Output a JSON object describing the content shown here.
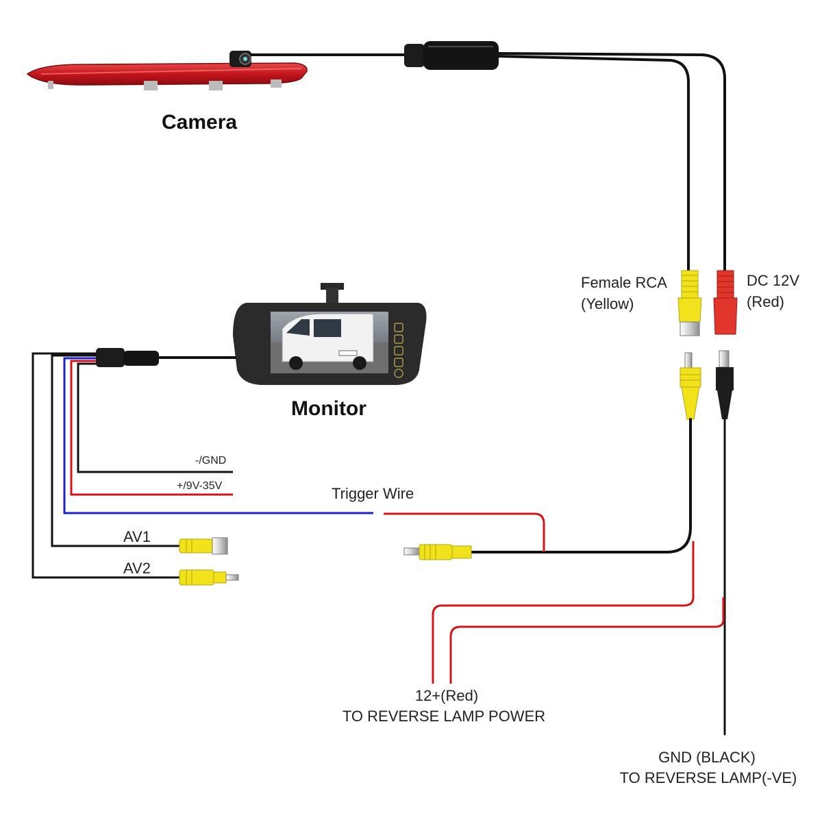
{
  "labels": {
    "camera": "Camera",
    "monitor": "Monitor",
    "female_rca_line1": "Female RCA",
    "female_rca_line2": "(Yellow)",
    "dc12v_line1": "DC 12V",
    "dc12v_line2": "(Red)",
    "gnd_wire": "-/GND",
    "power_wire": "+/9V-35V",
    "trigger_wire": "Trigger Wire",
    "av1": "AV1",
    "av2": "AV2",
    "reverse_power_line1": "12+(Red)",
    "reverse_power_line2": "TO REVERSE LAMP POWER",
    "reverse_gnd_line1": "GND (BLACK)",
    "reverse_gnd_line2": "TO REVERSE LAMP(-VE)"
  },
  "colors": {
    "wire_black": "#111111",
    "wire_red": "#d41414",
    "wire_blue": "#1a24c8",
    "rca_yellow": "#f2e21b",
    "plug_red": "#e2362c",
    "brake_light_red": "#c5141c",
    "monitor_body": "#2b2b2b"
  }
}
